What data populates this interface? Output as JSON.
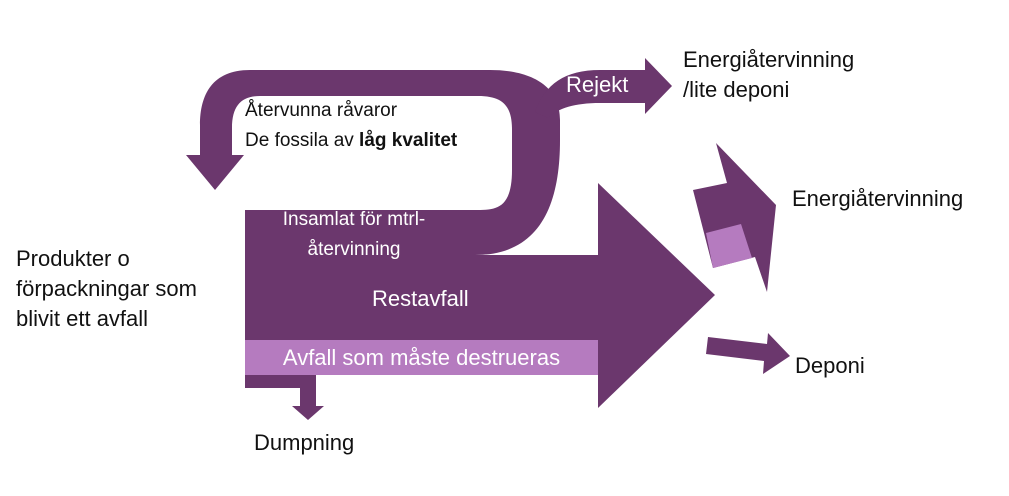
{
  "colors": {
    "dark_purple": "#6b376d",
    "light_purple": "#b57bbf",
    "text": "#111111",
    "background": "#ffffff"
  },
  "labels": {
    "products": [
      "Produkter o",
      "förpackningar som",
      "blivit ett avfall"
    ],
    "recycled_materials": "Återvunna råvaror",
    "fossil_prefix": "De fossila av ",
    "fossil_bold": "låg kvalitet",
    "collected": [
      "Insamlat för mtrl-",
      "återvinning"
    ],
    "rejekt": "Rejekt",
    "energy_recovery_landfill": [
      "Energiåtervinning",
      "/lite deponi"
    ],
    "energy_recovery": "Energiåtervinning",
    "residual_waste": "Restavfall",
    "destroy_waste": "Avfall som måste destrueras",
    "landfill": "Deponi",
    "dumping": "Dumpning"
  }
}
